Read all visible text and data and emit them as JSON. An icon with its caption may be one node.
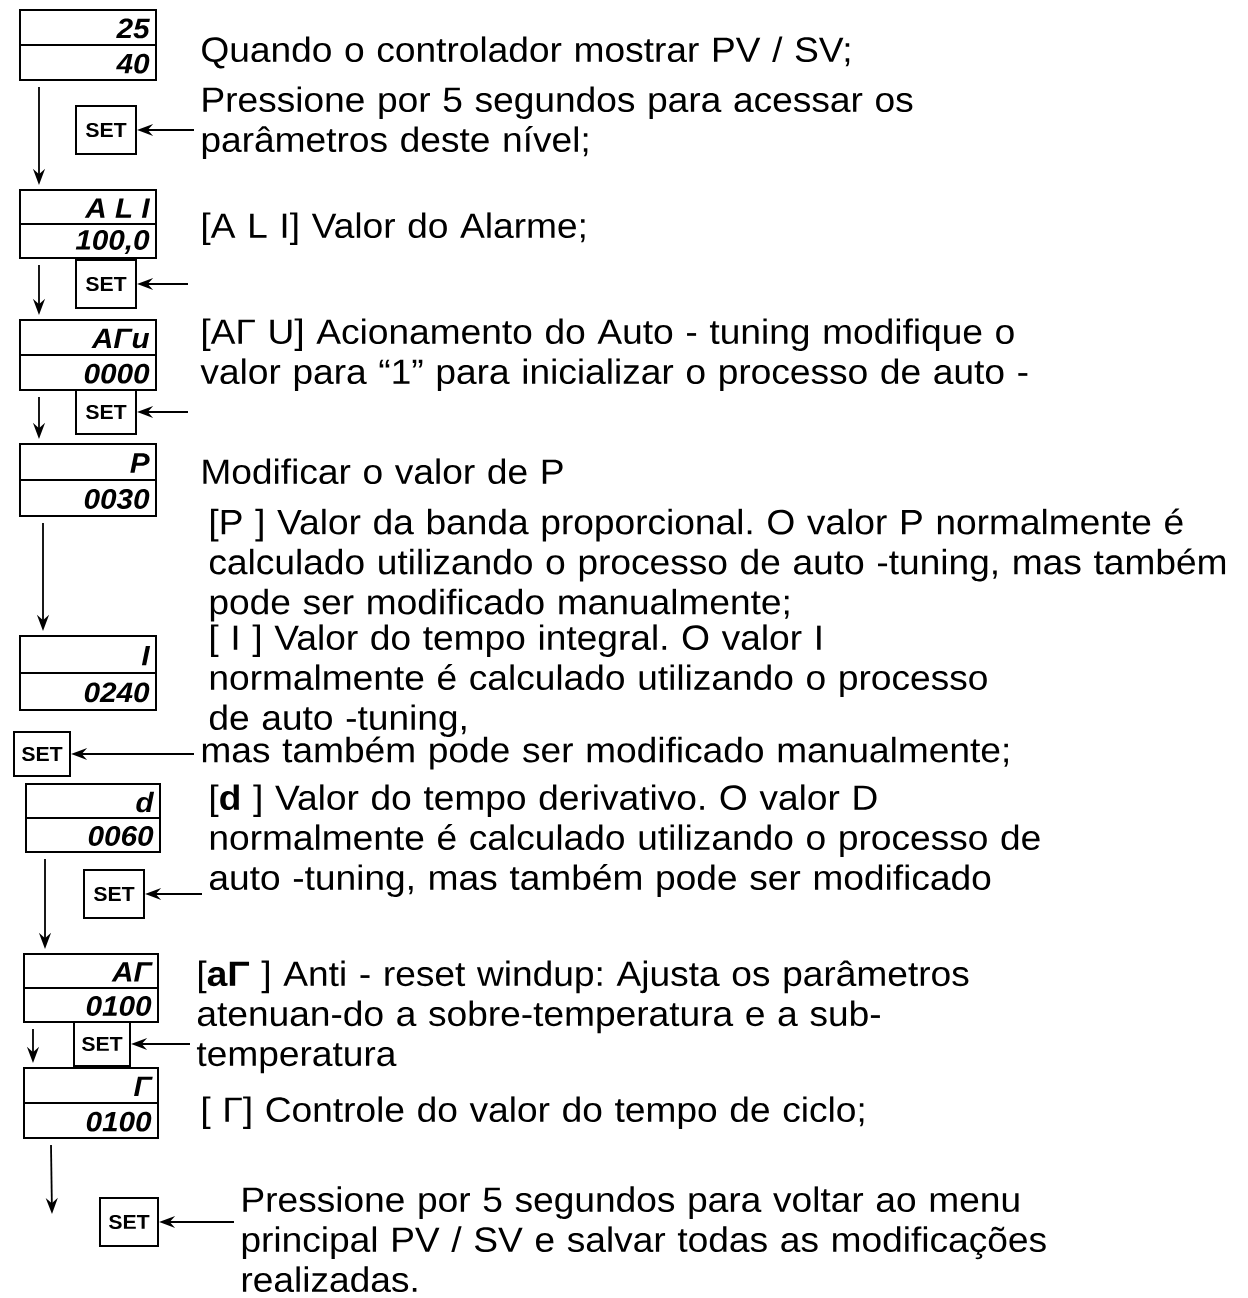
{
  "diagram": {
    "nodes": [
      {
        "text": [
          "25",
          "40"
        ]
      },
      {
        "text": [
          "Pressione por 5 segundos para acessar os parâmetros deste nível;"
        ]
      },
      {
        "text": [
          "SET"
        ]
      },
      {
        "text": [
          "A L I",
          "100,0"
        ]
      },
      {
        "text": [
          "SET"
        ]
      },
      {
        "text": [
          "AΓu",
          "0000"
        ]
      },
      {
        "text": [
          "SET"
        ]
      },
      {
        "text": [
          "P",
          "0030"
        ]
      },
      {
        "text": [
          "I",
          "0240"
        ]
      },
      {
        "text": [
          "mas também pode ser modificado manualmente;"
        ]
      },
      {
        "text": [
          "SET"
        ]
      },
      {
        "text": [
          "d",
          "0060"
        ]
      },
      {
        "text": [
          "[**d** ] Valor do tempo derivativo. O valor D normalmente é calculado utilizando o processo de auto -tuning, mas também pode ser modificado"
        ]
      },
      {
        "text": [
          "SET"
        ]
      },
      {
        "text": [
          "AΓ",
          "0100"
        ]
      },
      {
        "text": [
          "[**aΓ** ] Anti - reset windup: Ajusta os parâmetros atenuan-do a sobre-temperatura e a sub-temperatura"
        ]
      },
      {
        "text": [
          "SET"
        ]
      },
      {
        "text": [
          "Γ",
          "0100"
        ]
      },
      {
        "text": [
          "Pressione por 5 segundos para voltar ao menu principal PV / SV e salvar todas as modificações realizadas."
        ]
      },
      {
        "text": [
          "SET"
        ]
      }
    ],
    "edges": [
      {
        "from": 0,
        "to": 3,
        "arrow": "to"
      },
      {
        "from": 1,
        "to": 2,
        "arrow": "to"
      },
      {
        "from": 3,
        "to": 5,
        "arrow": "to"
      },
      {
        "from": null,
        "to": 4,
        "arrow": "to"
      },
      {
        "from": 5,
        "to": 7,
        "arrow": "to"
      },
      {
        "from": null,
        "to": 6,
        "arrow": "to"
      },
      {
        "from": 7,
        "to": 8,
        "arrow": "to"
      },
      {
        "from": 9,
        "to": 10,
        "arrow": "to"
      },
      {
        "from": 11,
        "to": 14,
        "arrow": "to"
      },
      {
        "from": 12,
        "to": 13,
        "arrow": "to"
      },
      {
        "from": 14,
        "to": 17,
        "arrow": "to"
      },
      {
        "from": 15,
        "to": 16,
        "arrow": "to"
      },
      {
        "from": 17,
        "to": null,
        "arrow": "to"
      },
      {
        "from": 18,
        "to": 19,
        "arrow": "to"
      }
    ],
    "labels": [
      "Quando o controlador mostrar PV / SV;",
      "[A L I] Valor do Alarme;",
      "[AΓ U] Acionamento do Auto - tuning modifique o valor para “1” para inicializar o processo de auto -",
      "Modificar o valor de P",
      "[P ] Valor da banda proporcional. O valor P normalmente é calculado utilizando o processo de auto -tuning, mas também pode ser modificado manualmente;",
      "[ I ] Valor do tempo integral. O valor I normalmente é calculado utilizando o processo de auto -tuning,",
      "[ Γ]  Controle do valor do tempo de ciclo;"
    ]
  }
}
